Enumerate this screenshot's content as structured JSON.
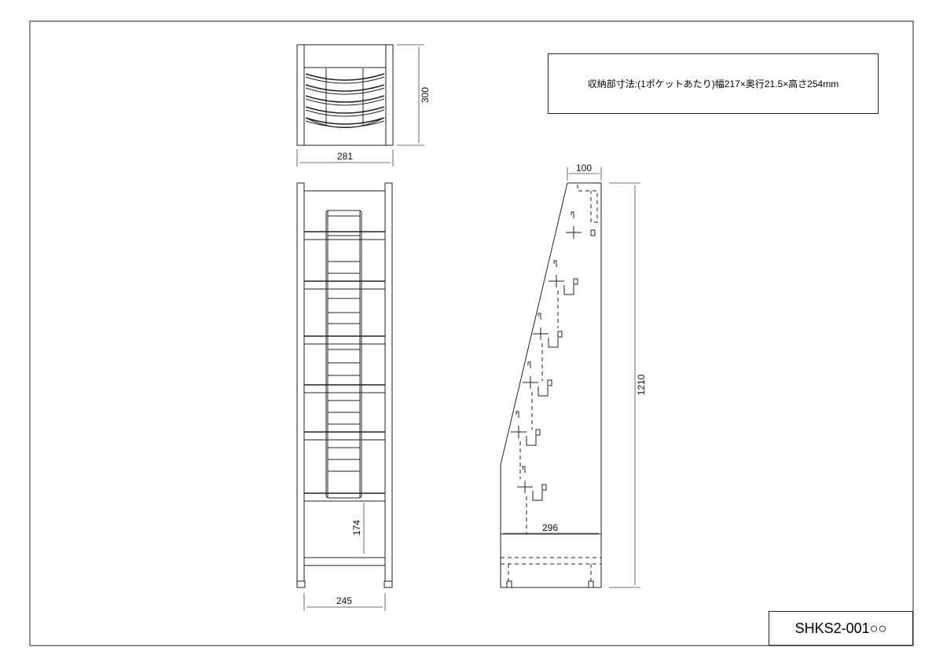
{
  "note": "収納部寸法:(1ポケットあたり)幅217×奥行21.5×高さ254mm",
  "title_block": "SHKS2-001○○",
  "dimensions": {
    "top_depth": "300",
    "top_width": "281",
    "front_inner_height": "174",
    "front_width": "245",
    "side_top_depth": "100",
    "side_height": "1210",
    "side_base_depth": "296"
  }
}
